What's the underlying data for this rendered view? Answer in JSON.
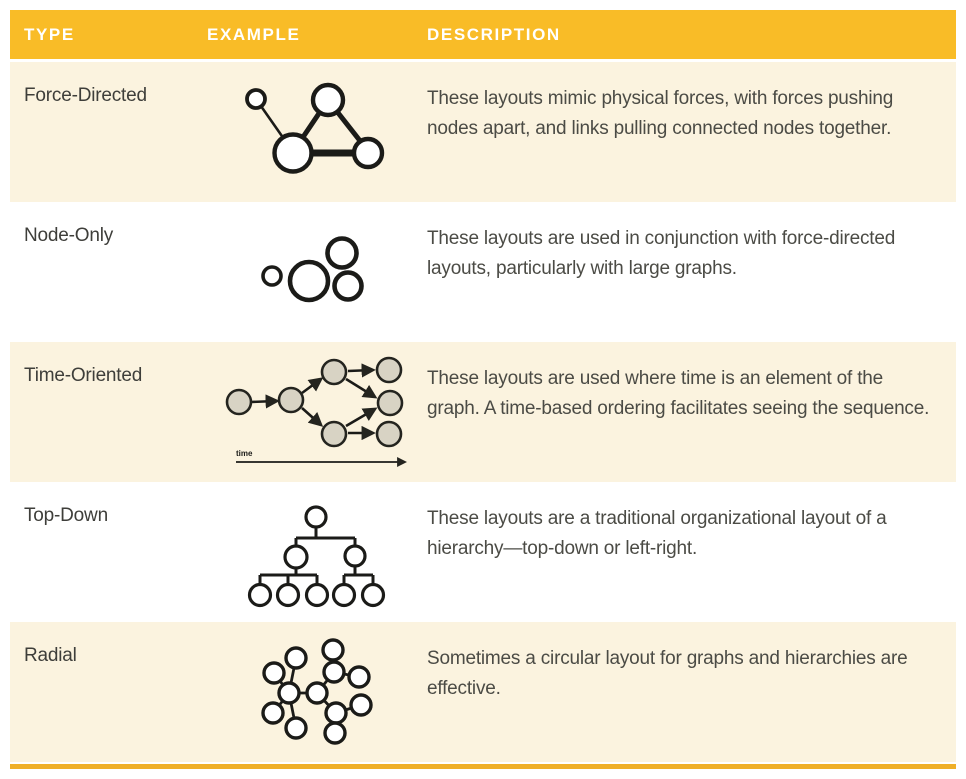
{
  "table": {
    "columns": [
      {
        "label": "TYPE"
      },
      {
        "label": "EXAMPLE"
      },
      {
        "label": "DESCRIPTION"
      }
    ],
    "rows": [
      {
        "type": "Force-Directed",
        "example_icon": "force-directed-diagram",
        "description": "These layouts mimic physical forces, with forces pushing nodes apart, and links pulling connected nodes together."
      },
      {
        "type": "Node-Only",
        "example_icon": "node-only-diagram",
        "description": "These layouts are used in conjunction with force-directed layouts, particularly with large graphs."
      },
      {
        "type": "Time-Oriented",
        "example_icon": "time-oriented-diagram",
        "axis_label": "time",
        "description": "These layouts are used where time is an element of the graph. A time-based ordering facilitates seeing the sequence."
      },
      {
        "type": "Top-Down",
        "example_icon": "top-down-diagram",
        "description": "These layouts are a traditional organizational layout of a hierarchy—top-down or left-right."
      },
      {
        "type": "Radial",
        "example_icon": "radial-diagram",
        "description": "Sometimes a circular layout for graphs and hierarchies are effective."
      }
    ]
  },
  "colors": {
    "header_bg": "#F9BC27",
    "header_text": "#FFFFFF",
    "row_alt_bg": "#FBF3DF",
    "row_bg": "#FFFFFF",
    "bottom_rule": "#EFAF28",
    "type_text": "#3E3E3A",
    "description_text": "#4B4B45",
    "diagram_ink": "#1B1B18",
    "diagram_node_gray_fill": "#D8D3C4"
  }
}
